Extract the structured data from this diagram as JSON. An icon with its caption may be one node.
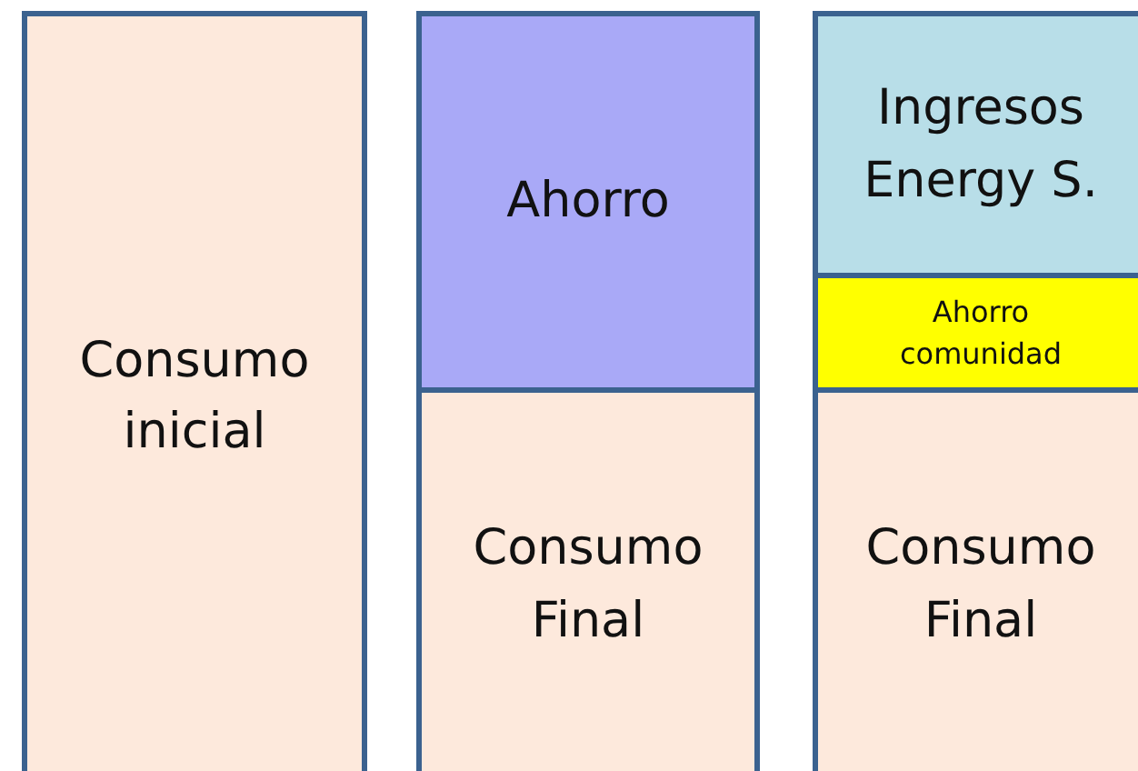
{
  "diagram": {
    "nodes": [
      {
        "text": [
          "Consumo inicial"
        ]
      },
      {
        "text": [
          "Ahorro"
        ]
      },
      {
        "text": [
          "Consumo Final"
        ]
      },
      {
        "text": [
          "Ingresos Energy S."
        ]
      },
      {
        "text": [
          "Ahorro comunidad"
        ]
      },
      {
        "text": [
          "Consumo Final"
        ]
      }
    ]
  }
}
